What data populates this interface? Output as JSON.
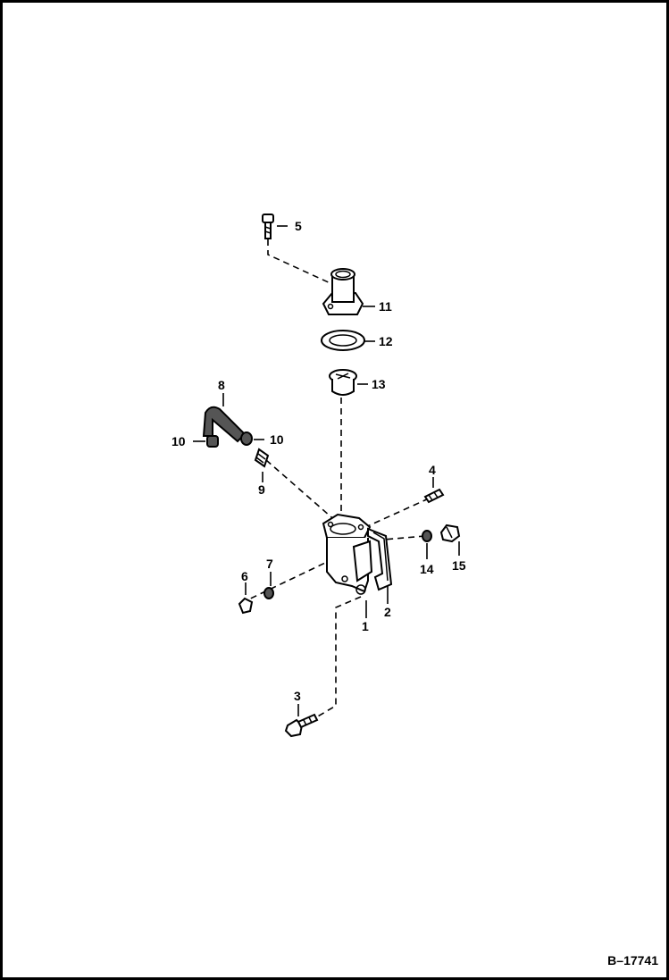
{
  "callouts": {
    "c1": "1",
    "c2": "2",
    "c3": "3",
    "c4": "4",
    "c5": "5",
    "c6": "6",
    "c7": "7",
    "c8": "8",
    "c9": "9",
    "c10a": "10",
    "c10b": "10",
    "c11": "11",
    "c12": "12",
    "c13": "13",
    "c14": "14",
    "c15": "15"
  },
  "figure_id": "B–17741",
  "colors": {
    "ink": "#000000",
    "paper": "#ffffff"
  }
}
